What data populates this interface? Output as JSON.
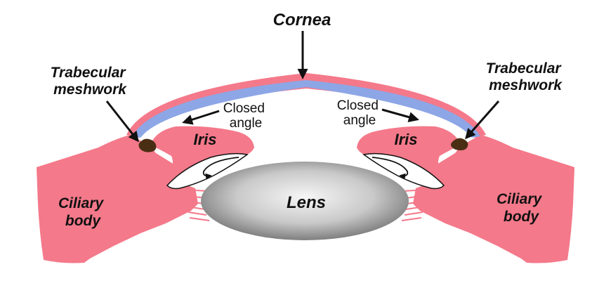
{
  "labels": {
    "cornea": "Cornea",
    "trabecular_left": [
      "Trabecular",
      "meshwork"
    ],
    "trabecular_right": [
      "Trabecular",
      "meshwork"
    ],
    "closed_angle_left": [
      "Closed",
      "angle"
    ],
    "closed_angle_right": [
      "Closed",
      "angle"
    ],
    "iris_left": "Iris",
    "iris_right": "Iris",
    "lens": "Lens",
    "ciliary_left": [
      "Ciliary",
      "body"
    ],
    "ciliary_right": [
      "Ciliary",
      "body"
    ]
  },
  "colors": {
    "tissue_pink": "#F4798A",
    "cornea_blue": "#8DA6E6",
    "meshwork_brown": "#4A2E14",
    "lens_light": "#F2F2F2",
    "lens_dark": "#6E6E6E",
    "outline": "#111111"
  }
}
